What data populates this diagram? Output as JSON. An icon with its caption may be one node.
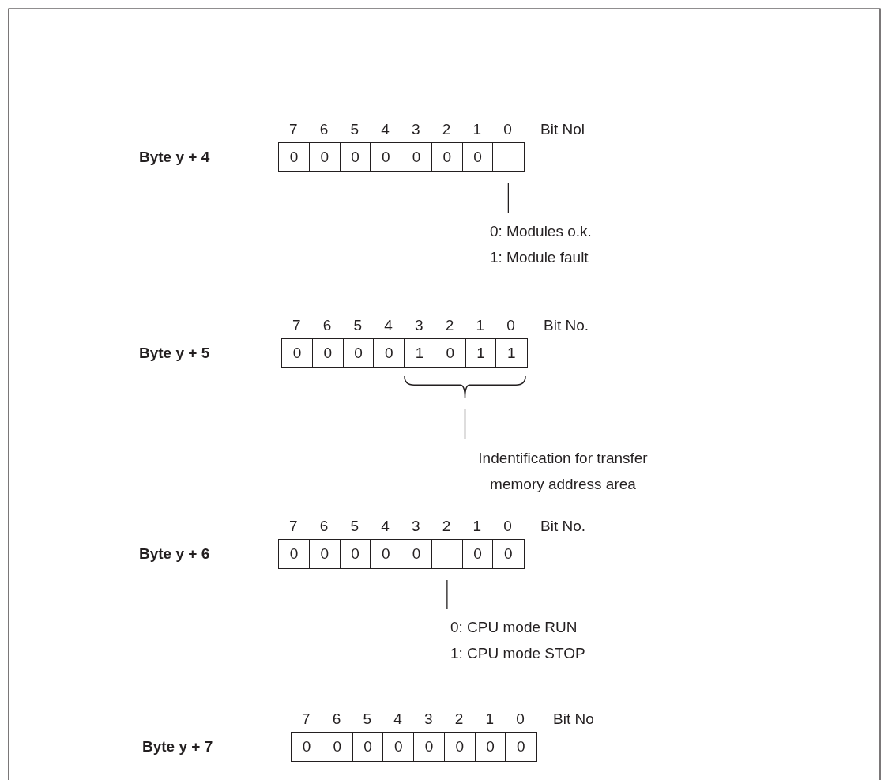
{
  "diagram": {
    "nodes": [
      {
        "text": [
          "0"
        ]
      },
      {
        "text": [
          "0"
        ]
      },
      {
        "text": [
          "0"
        ]
      },
      {
        "text": [
          "0"
        ]
      },
      {
        "text": [
          "0"
        ]
      },
      {
        "text": [
          "0"
        ]
      },
      {
        "text": [
          "0"
        ]
      },
      {
        "text": [],
        "shape": "box"
      },
      {
        "text": [
          "0: Modules o.k.",
          "1: Module fault"
        ]
      },
      {
        "text": [
          "0"
        ]
      },
      {
        "text": [
          "0"
        ]
      },
      {
        "text": [
          "0"
        ]
      },
      {
        "text": [
          "0"
        ]
      },
      {
        "text": [
          "1"
        ]
      },
      {
        "text": [
          "0"
        ]
      },
      {
        "text": [
          "1"
        ]
      },
      {
        "text": [
          "1"
        ]
      },
      {
        "text": [],
        "shape": "brace"
      },
      {
        "text": [
          "Indentification for transfer memory address area"
        ]
      },
      {
        "text": [
          "0"
        ]
      },
      {
        "text": [
          "0"
        ]
      },
      {
        "text": [
          "0"
        ]
      },
      {
        "text": [
          "0"
        ]
      },
      {
        "text": [
          "0"
        ]
      },
      {
        "text": [],
        "shape": "box"
      },
      {
        "text": [
          "0"
        ]
      },
      {
        "text": [
          "0"
        ]
      },
      {
        "text": [
          "0: CPU mode RUN",
          "1: CPU mode STOP"
        ]
      },
      {
        "text": [
          "0"
        ]
      },
      {
        "text": [
          "0"
        ]
      },
      {
        "text": [
          "0"
        ]
      },
      {
        "text": [
          "0"
        ]
      },
      {
        "text": [
          "0"
        ]
      },
      {
        "text": [
          "0"
        ]
      },
      {
        "text": [
          "0"
        ]
      },
      {
        "text": [
          "0"
        ]
      }
    ],
    "edges": [
      {
        "from": 8,
        "to": 7,
        "arrow": "none"
      },
      {
        "from": 18,
        "to": 17,
        "arrow": "none"
      },
      {
        "from": 27,
        "to": 24,
        "arrow": "none"
      }
    ],
    "labels": [
      "7",
      "6",
      "5",
      "4",
      "3",
      "2",
      "1",
      "0",
      "Bit Nol",
      "Byte y + 4",
      "7",
      "6",
      "5",
      "4",
      "3",
      "2",
      "1",
      "0",
      "Bit No.",
      "Byte y + 5",
      "7",
      "6",
      "5",
      "4",
      "3",
      "2",
      "1",
      "0",
      "Bit No.",
      "Byte y + 6",
      "7",
      "6",
      "5",
      "4",
      "3",
      "2",
      "1",
      "0",
      "Bit No",
      "Byte y + 7"
    ]
  }
}
